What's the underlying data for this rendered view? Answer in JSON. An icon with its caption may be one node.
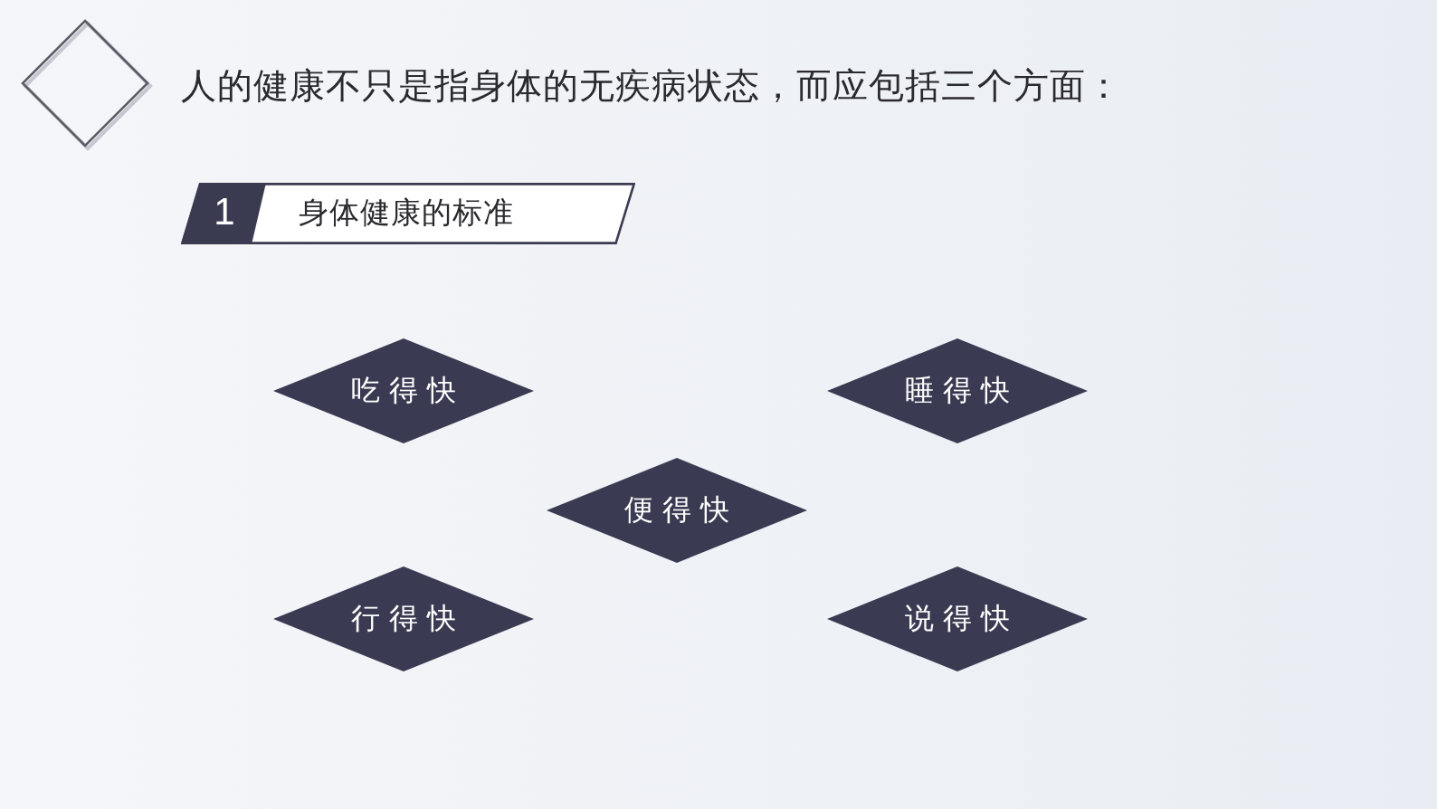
{
  "diagram": {
    "title": "人的健康不只是指身体的无疾病状态，而应包括三个方面：",
    "nodes": [
      {
        "text": [
          "1",
          "身体健康的标准"
        ]
      },
      {
        "text": [
          "吃得快"
        ]
      },
      {
        "text": [
          "睡得快"
        ]
      },
      {
        "text": [
          "便得快"
        ]
      },
      {
        "text": [
          "行得快"
        ]
      },
      {
        "text": [
          "说得快"
        ]
      }
    ]
  }
}
